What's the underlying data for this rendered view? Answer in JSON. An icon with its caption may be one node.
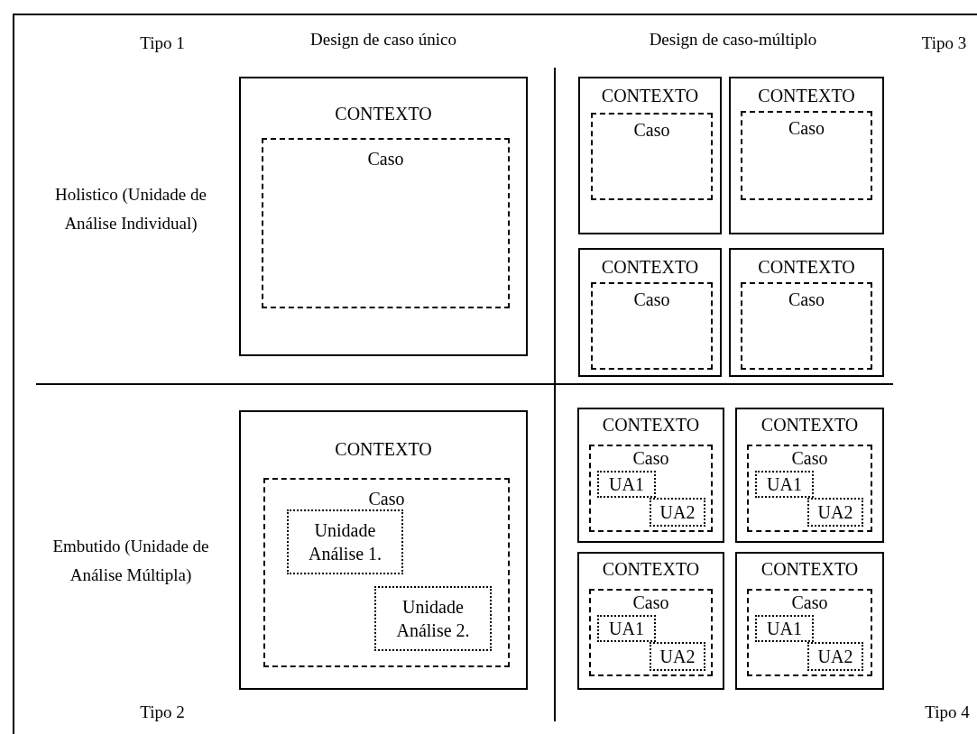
{
  "diagram": {
    "nodes": [
      {
        "text": [
          "CONTEXTO"
        ]
      },
      {
        "text": [
          "Caso"
        ],
        "in": 0
      },
      {
        "text": [
          "CONTEXTO"
        ]
      },
      {
        "text": [
          "Caso"
        ],
        "in": 2
      },
      {
        "text": [
          "CONTEXTO"
        ]
      },
      {
        "text": [
          "Caso"
        ],
        "in": 4
      },
      {
        "text": [
          "CONTEXTO"
        ]
      },
      {
        "text": [
          "Caso"
        ],
        "in": 6
      },
      {
        "text": [
          "CONTEXTO"
        ]
      },
      {
        "text": [
          "Caso"
        ],
        "in": 8
      },
      {
        "text": [
          "CONTEXTO"
        ]
      },
      {
        "text": [
          "Caso"
        ],
        "in": 10
      },
      {
        "text": [
          "Unidade Análise 1."
        ],
        "in": 11
      },
      {
        "text": [
          "Unidade Análise 2."
        ],
        "in": 11
      },
      {
        "text": [
          "CONTEXTO"
        ]
      },
      {
        "text": [
          "Caso"
        ],
        "in": 14
      },
      {
        "text": [
          "UA1"
        ],
        "in": 15
      },
      {
        "text": [
          "UA2"
        ],
        "in": 15
      },
      {
        "text": [
          "CONTEXTO"
        ]
      },
      {
        "text": [
          "Caso"
        ],
        "in": 18
      },
      {
        "text": [
          "UA1"
        ],
        "in": 19
      },
      {
        "text": [
          "UA2"
        ],
        "in": 19
      },
      {
        "text": [
          "CONTEXTO"
        ]
      },
      {
        "text": [
          "Caso"
        ],
        "in": 22
      },
      {
        "text": [
          "UA1"
        ],
        "in": 23
      },
      {
        "text": [
          "UA2"
        ],
        "in": 23
      },
      {
        "text": [
          "CONTEXTO"
        ]
      },
      {
        "text": [
          "Caso"
        ],
        "in": 26
      },
      {
        "text": [
          "UA1"
        ],
        "in": 27
      },
      {
        "text": [
          "UA2"
        ],
        "in": 27
      }
    ],
    "labels": [
      "Tipo 1",
      "Design de caso único",
      "Design de caso-múltiplo",
      "Tipo 3",
      "Holistico (Unidade de Análise Individual)",
      "Embutido (Unidade de Análise Múltipla)",
      "Tipo 2",
      "Tipo 4"
    ]
  }
}
